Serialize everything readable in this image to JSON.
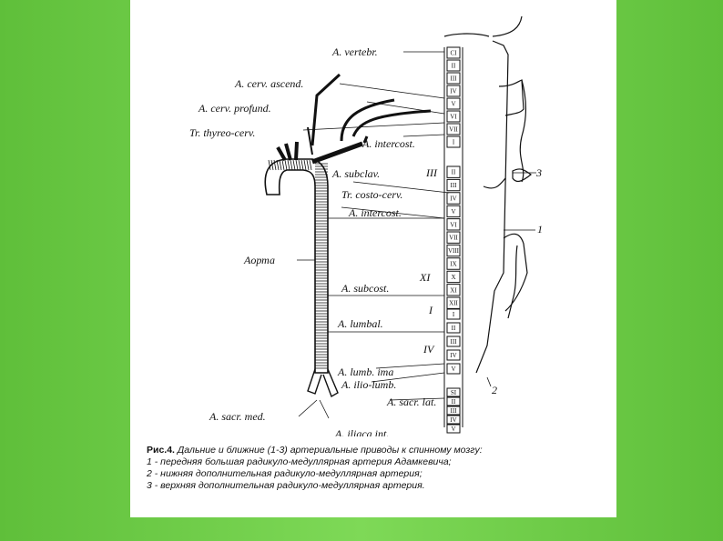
{
  "figure": {
    "labels": {
      "vertebr": "A. vertebr.",
      "cerv_ascend": "A. cerv. ascend.",
      "cerv_profund": "A. cerv. profund.",
      "thyreo_cerv": "Tr. thyreo-cerv.",
      "intercost_upper": "A. intercost.",
      "subclav": "A. subclav.",
      "costo_cerv": "Tr. costo-cerv.",
      "intercost": "A. intercost.",
      "aorta": "Aорта",
      "subcost": "A. subcost.",
      "lumbal": "A. lumbal.",
      "lumb_ima": "A. lumb. ima",
      "ilio_lumb": "A. ilio-lumb.",
      "sacr_lat": "A. sacr. lat.",
      "sacr_med": "A. sacr. med.",
      "iliaca_int": "A. iliaca int."
    },
    "markers": {
      "one": "1",
      "two": "2",
      "three": "3"
    },
    "roman": {
      "thoracic_3": "III",
      "thoracic_11": "XI",
      "lumbar_1": "I",
      "lumbar_4": "IV"
    },
    "vertebrae": {
      "cervical": [
        "CI",
        "II",
        "III",
        "IV",
        "V",
        "VI",
        "VII",
        "I"
      ],
      "thoracic": [
        "II",
        "III",
        "IV",
        "V",
        "VI",
        "VII",
        "VIII",
        "IX",
        "X",
        "XI",
        "XII"
      ],
      "lumbar": [
        "I",
        "II",
        "III",
        "IV",
        "V"
      ],
      "sacral": [
        "SI",
        "II",
        "III",
        "IV",
        "V"
      ]
    }
  },
  "caption": {
    "title": "Рис.4.",
    "title_text": "Дальние и ближние (1-3) артериальные приводы к спинному мозгу:",
    "lines": [
      "1 - передняя большая радикуло-медуллярная артерия Адамкевича;",
      "2 - нижняя дополнительная радикуло-медуллярная артерия;",
      "3 - верхняя дополнительная радикуло-медуллярная артерия."
    ]
  }
}
